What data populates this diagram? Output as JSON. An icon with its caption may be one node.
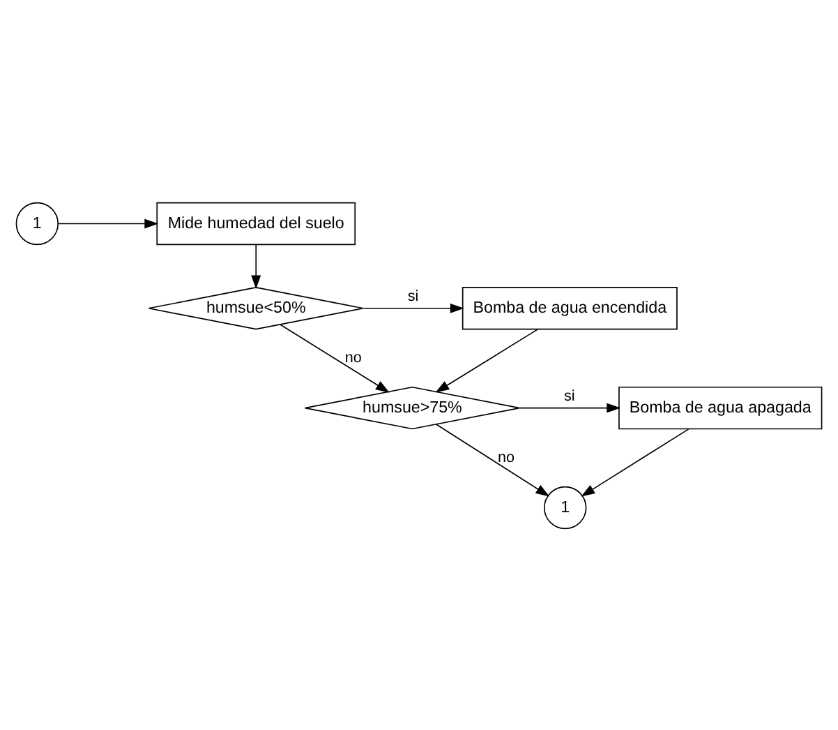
{
  "diagram": {
    "nodes": [
      {
        "text": [
          "1"
        ]
      },
      {
        "text": [
          "Mide humedad del suelo"
        ]
      },
      {
        "text": [
          "humsue<50%"
        ]
      },
      {
        "text": [
          "Bomba de agua encendida"
        ]
      },
      {
        "text": [
          "humsue>75%"
        ]
      },
      {
        "text": [
          "Bomba de agua apagada"
        ]
      },
      {
        "text": [
          "1"
        ]
      }
    ],
    "edges": [
      {
        "from": 0,
        "to": 1,
        "arrow": "to"
      },
      {
        "from": 1,
        "to": 2,
        "arrow": "to"
      },
      {
        "from": 2,
        "to": 3,
        "label": "si",
        "arrow": "to"
      },
      {
        "from": 2,
        "to": 4,
        "label": "no",
        "arrow": "to"
      },
      {
        "from": 3,
        "to": 4,
        "arrow": "to"
      },
      {
        "from": 4,
        "to": 5,
        "label": "si",
        "arrow": "to"
      },
      {
        "from": 4,
        "to": 6,
        "label": "no",
        "arrow": "to"
      },
      {
        "from": 5,
        "to": 6,
        "arrow": "to"
      }
    ]
  }
}
